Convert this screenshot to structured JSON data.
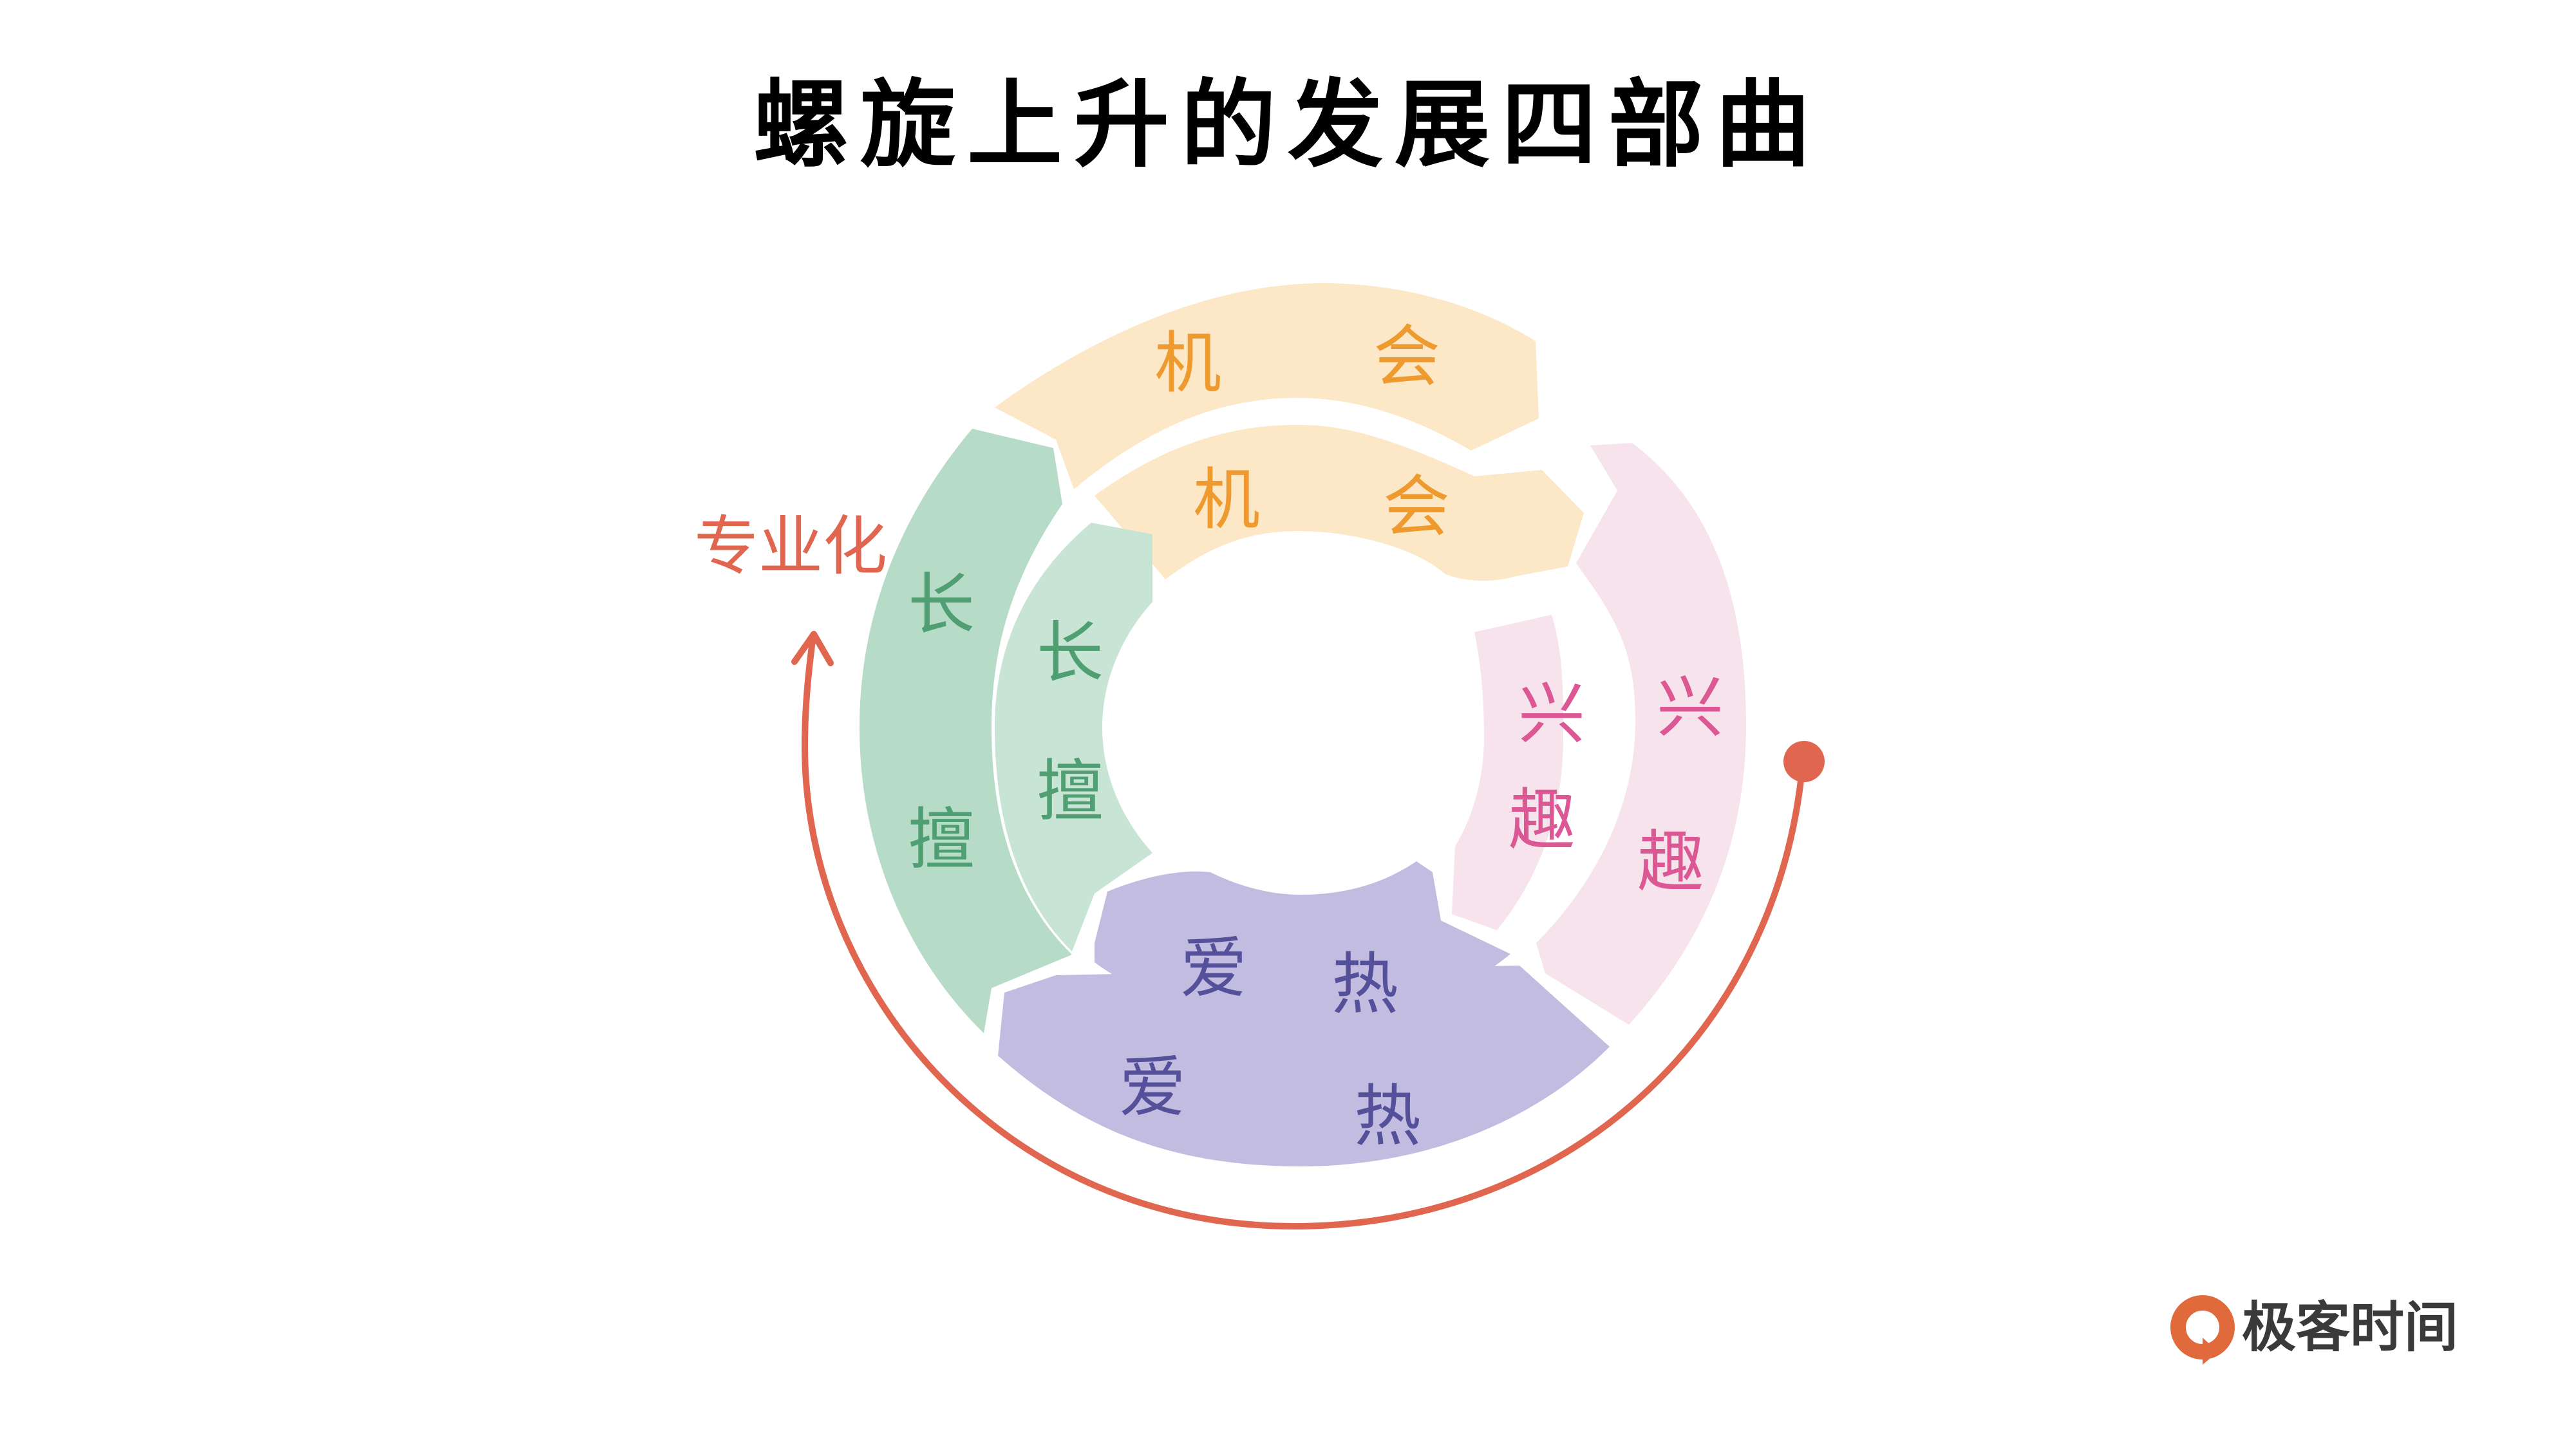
{
  "title": "螺旋上升的发展四部曲",
  "spiral_label": "专业化",
  "brand": "极客时间",
  "colors": {
    "opportunity_fill": "#fce7c6",
    "opportunity_text": "#ee9a2e",
    "interest_fill": "#f6e3ec",
    "interest_text": "#dc5894",
    "passion_fill": "#c2bde0",
    "passion_text": "#55509a",
    "expertise_outer_fill": "#b6dbc7",
    "expertise_inner_fill": "#c7e4d4",
    "expertise_text": "#4f9f73",
    "spiral": "#e0664f",
    "brand_logo": "#e06a3c"
  },
  "segments": {
    "outer": {
      "opportunity": [
        "机",
        "会"
      ],
      "interest": [
        "兴",
        "趣"
      ],
      "passion": [
        "爱",
        "热"
      ],
      "expertise": [
        "长",
        "擅"
      ]
    },
    "inner": {
      "opportunity": [
        "机",
        "会"
      ],
      "interest": [
        "兴",
        "趣"
      ],
      "passion": [
        "爱",
        "热"
      ],
      "expertise": [
        "长",
        "擅"
      ]
    }
  }
}
